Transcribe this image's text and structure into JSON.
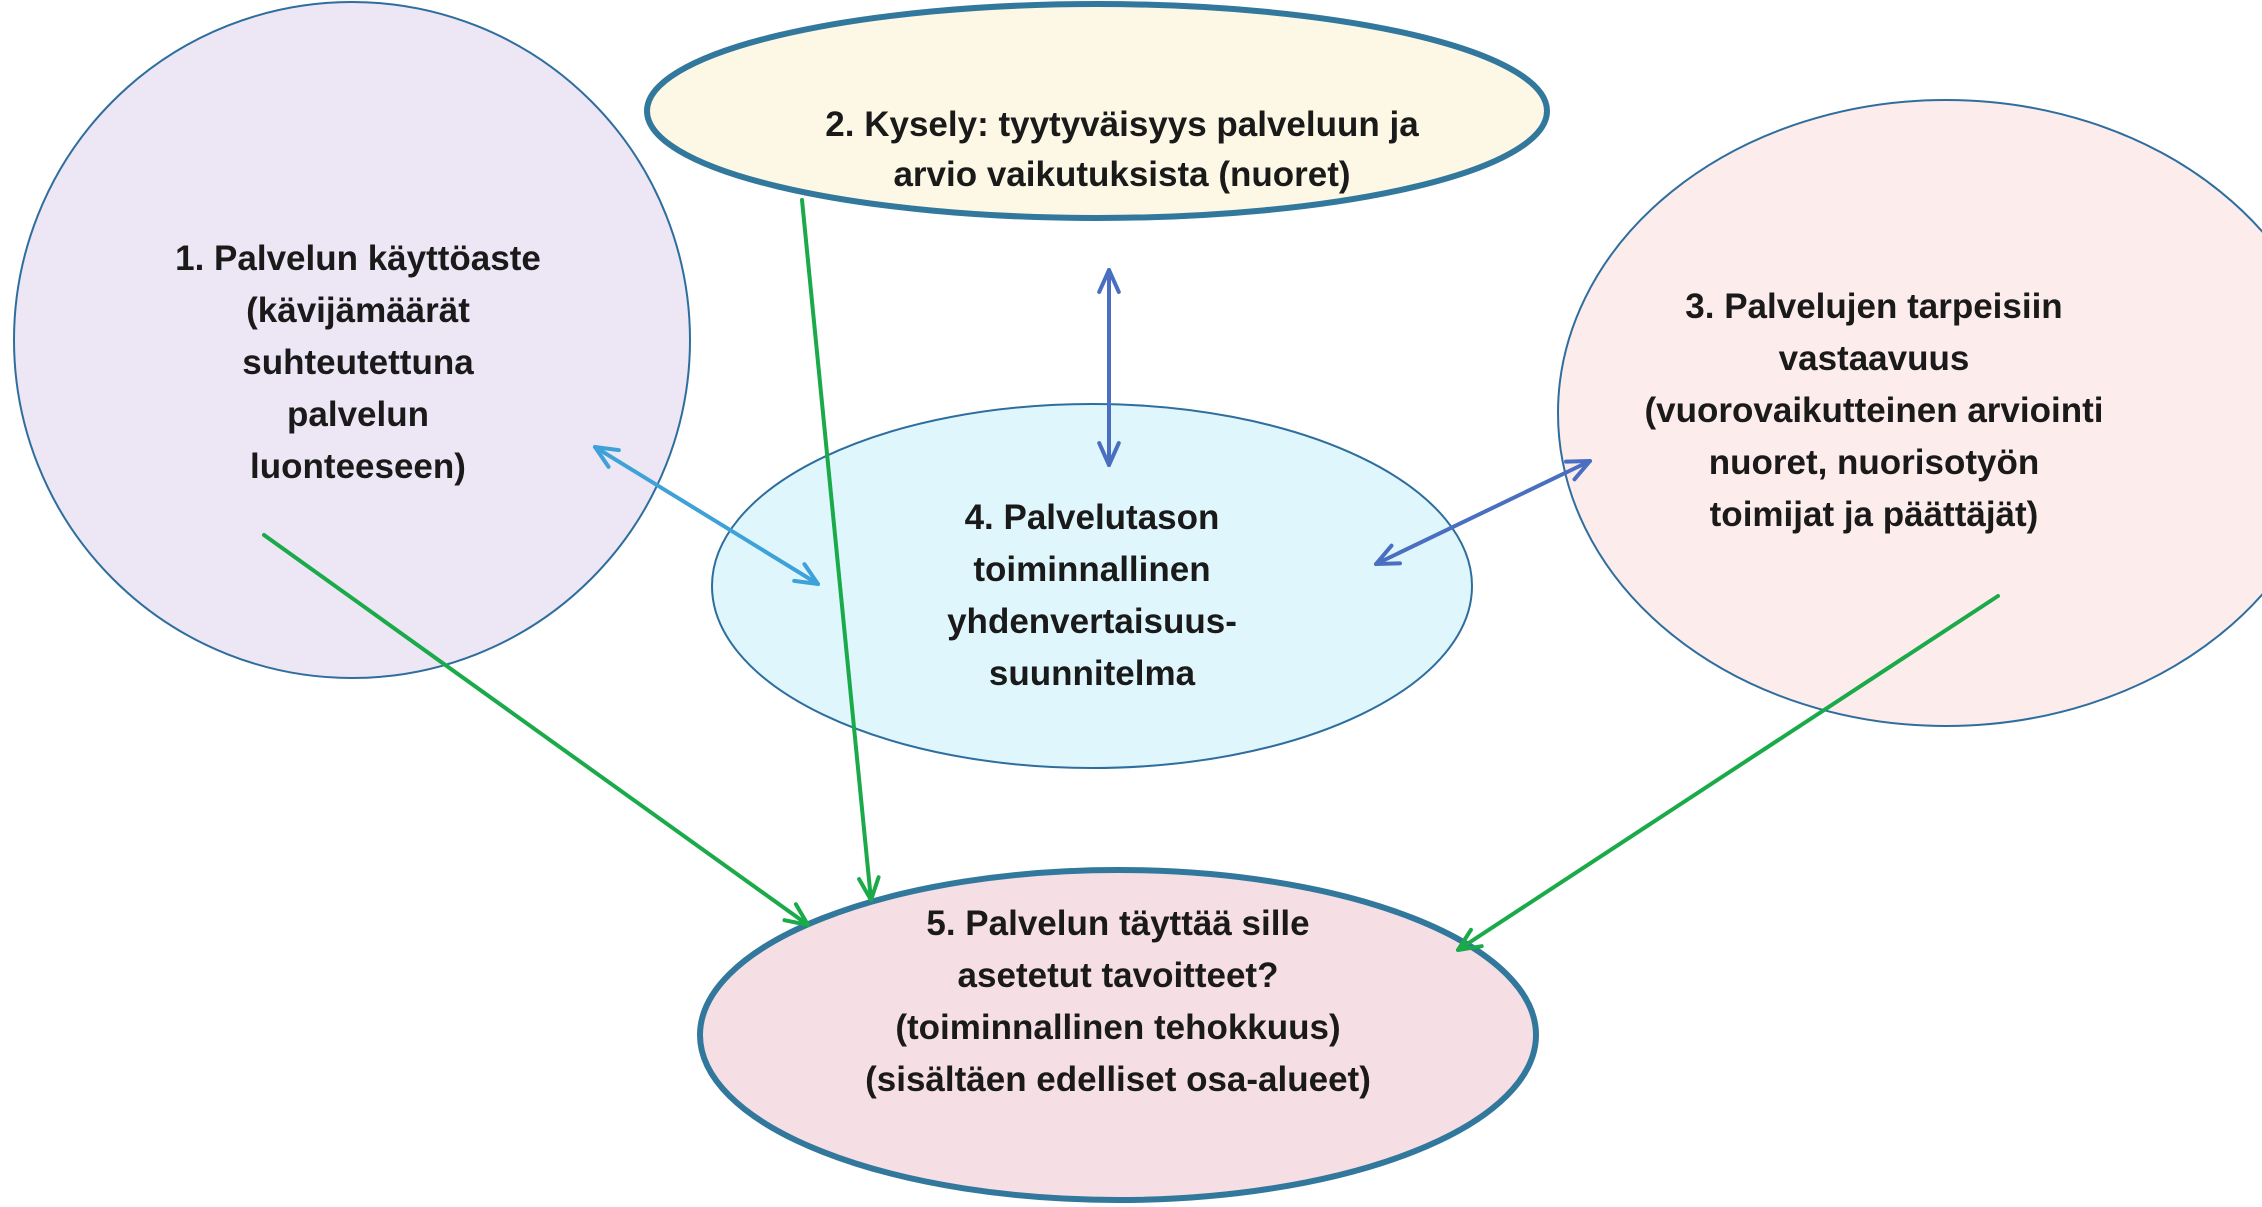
{
  "diagram": {
    "nodes": [
      {
        "id": "n1",
        "lines": [
          "1. Palvelun käyttöaste",
          "(kävijämäärät",
          "suhteutettuna",
          "palvelun",
          "luonteeseen)"
        ],
        "fill": "#ede6f5",
        "stroke": "#2e6e9e"
      },
      {
        "id": "n2",
        "lines": [
          "2. Kysely: tyytyväisyys palveluun ja",
          "arvio vaikutuksista (nuoret)"
        ],
        "fill": "#fdf8e6",
        "stroke": "#31789c"
      },
      {
        "id": "n3",
        "lines": [
          "3. Palvelujen tarpeisiin",
          "vastaavuus",
          "(vuorovaikutteinen arviointi",
          "nuoret, nuorisotyön",
          "toimijat ja päättäjät)"
        ],
        "fill": "#fcecec",
        "stroke": "#2e6e9e"
      },
      {
        "id": "n4",
        "lines": [
          "4. Palvelutason",
          "toiminnallinen",
          "yhdenvertaisuus-",
          "suunnitelma"
        ],
        "fill": "#dff7fc",
        "stroke": "#2e6e9e"
      },
      {
        "id": "n5",
        "lines": [
          "5. Palvelun täyttää sille",
          "asetetut tavoitteet?",
          "(toiminnallinen tehokkuus)",
          "(sisältäen edelliset osa-alueet)"
        ],
        "fill": "#f5dfe4",
        "stroke": "#31789c"
      }
    ],
    "edges": [
      {
        "from": "n1",
        "to": "n4",
        "type": "bidirectional",
        "color": "#3ea1d8"
      },
      {
        "from": "n2",
        "to": "n4",
        "type": "bidirectional",
        "color": "#4a6fc0"
      },
      {
        "from": "n3",
        "to": "n4",
        "type": "bidirectional",
        "color": "#4a6fc0"
      },
      {
        "from": "n1",
        "to": "n5",
        "type": "directed",
        "color": "#1aaa4a"
      },
      {
        "from": "n2",
        "to": "n5",
        "type": "directed",
        "color": "#1aaa4a"
      },
      {
        "from": "n3",
        "to": "n5",
        "type": "directed",
        "color": "#1aaa4a"
      }
    ]
  }
}
